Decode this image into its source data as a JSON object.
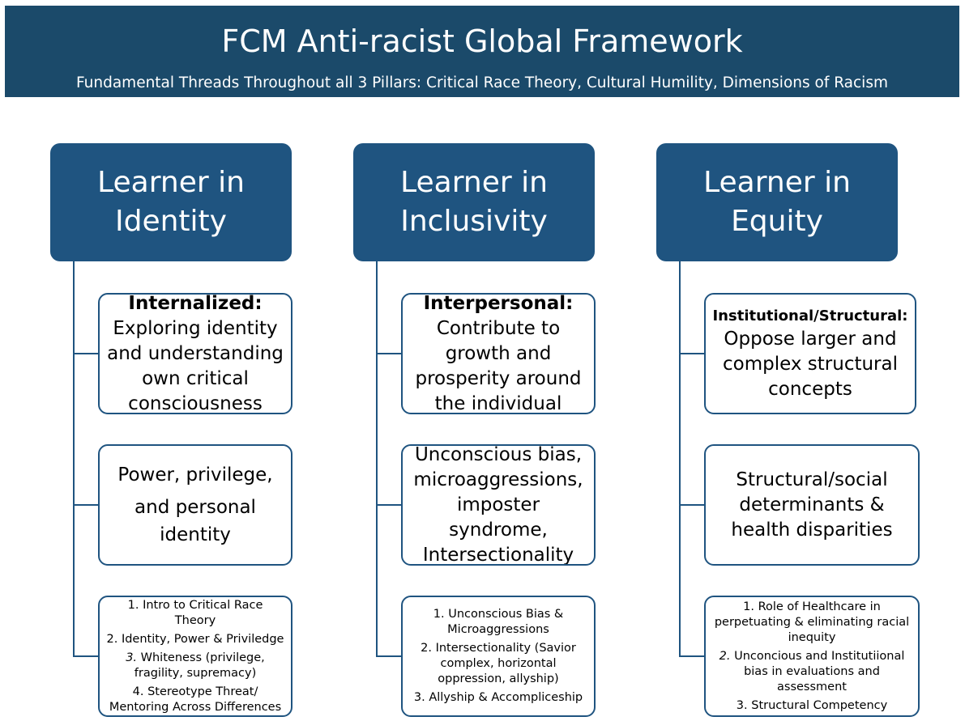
{
  "header": {
    "title": "FCM Anti-racist Global Framework",
    "subtitle": "Fundamental Threads Throughout all 3 Pillars: Critical Race Theory, Cultural Humility, Dimensions of Racism"
  },
  "pillars": [
    {
      "title_line1": "Learner in",
      "title_line2": "Identity",
      "box1": {
        "label": "Internalized:",
        "text": "Exploring identity and understanding own critical consciousness"
      },
      "box2": {
        "line1": "Power, privilege,",
        "line2": "and personal identity"
      },
      "box3": {
        "items": [
          {
            "num": "1.",
            "text": "Intro to Critical Race Theory"
          },
          {
            "num": "2.",
            "text": "Identity, Power & Priviledge"
          },
          {
            "num": "3.",
            "text": "Whiteness (privilege, fragility, supremacy)"
          },
          {
            "num": "4.",
            "text": "Stereotype Threat/ Mentoring Across Differences"
          }
        ]
      }
    },
    {
      "title_line1": "Learner in",
      "title_line2": "Inclusivity",
      "box1": {
        "label": "Interpersonal:",
        "text": "Contribute to growth and prosperity around the individual"
      },
      "box2": {
        "text": "Unconscious bias, microaggressions, imposter syndrome, Intersectionality"
      },
      "box3": {
        "items": [
          {
            "num": "1.",
            "text": "Unconscious Bias & Microaggressions"
          },
          {
            "num": "2.",
            "text": "Intersectionality (Savior complex, horizontal oppression, allyship)"
          },
          {
            "num": "3.",
            "text": "Allyship & Accompliceship"
          }
        ]
      }
    },
    {
      "title_line1": "Learner in",
      "title_line2": "Equity",
      "box1": {
        "label": "Institutional/Structural:",
        "text": "Oppose larger and complex structural concepts"
      },
      "box2": {
        "text": "Structural/social determinants & health disparities"
      },
      "box3": {
        "items": [
          {
            "num": "1.",
            "text": "Role of Healthcare in perpetuating & eliminating racial inequity"
          },
          {
            "num": "2.",
            "text": "Unconcious and Institutiional bias in evaluations and assessment"
          },
          {
            "num": "3.",
            "text": "Structural Competency"
          }
        ]
      }
    }
  ]
}
